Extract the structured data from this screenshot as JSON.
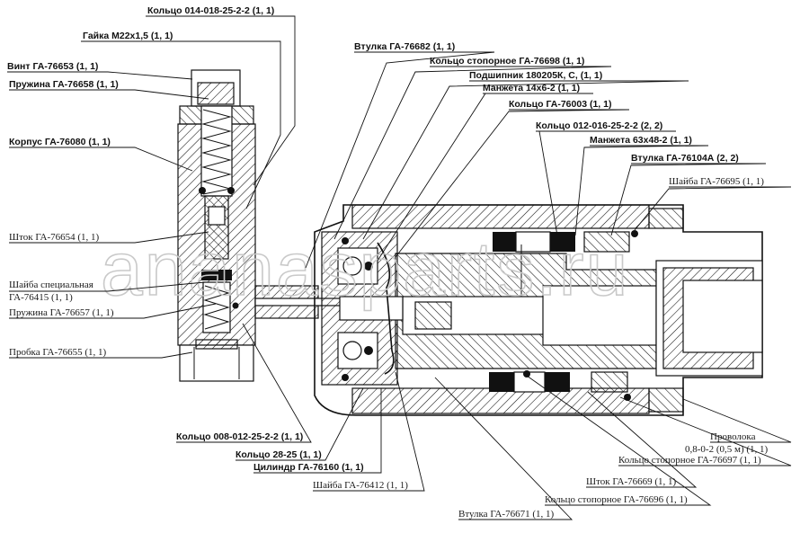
{
  "watermark": "ananasparts.ru",
  "labels": {
    "kolco_014": "Кольцо 014-018-25-2-2 (1, 1)",
    "gayka": "Гайка М22х1,5 (1, 1)",
    "vint": "Винт ГА-76653 (1, 1)",
    "pruzhina_58": "Пружина ГА-76658 (1, 1)",
    "korpus": "Корпус ГА-76080 (1, 1)",
    "shtok_54": "Шток ГА-76654 (1, 1)",
    "shayba_spec_1": "Шайба специальная",
    "shayba_spec_2": "ГА-76415 (1, 1)",
    "pruzhina_57": "Пружина ГА-76657 (1, 1)",
    "probka": "Пробка ГА-76655 (1, 1)",
    "vtulka_82": "Втулка ГА-76682 (1, 1)",
    "kolco_stop_98": "Кольцо стопорное ГА-76698 (1, 1)",
    "podshipnik": "Подшипник 180205К, С, (1, 1)",
    "manzheta_14": "Манжета 14х6-2 (1, 1)",
    "kolco_003": "Кольцо ГА-76003 (1, 1)",
    "kolco_012": "Кольцо 012-016-25-2-2 (2, 2)",
    "manzheta_63": "Манжета 63х48-2 (1, 1)",
    "vtulka_104": "Втулка ГА-76104А (2, 2)",
    "shayba_95": "Шайба ГА-76695 (1, 1)",
    "kolco_008": "Кольцо 008-012-25-2-2 (1, 1)",
    "kolco_28": "Кольцо 28-25 (1, 1)",
    "cilindr": "Цилиндр ГА-76160 (1, 1)",
    "shayba_12": "Шайба ГА-76412 (1, 1)",
    "vtulka_71": "Втулка ГА-76671 (1, 1)",
    "kolco_stop_96": "Кольцо стопорное ГА-76696 (1, 1)",
    "shtok_69": "Шток ГА-76669 (1, 1)",
    "kolco_stop_97": "Кольцо стопорное ГА-76697 (1, 1)",
    "provoloka_1": "Проволока",
    "provoloka_2": "0,8-0-2 (0,5 м) (1, 1)"
  }
}
